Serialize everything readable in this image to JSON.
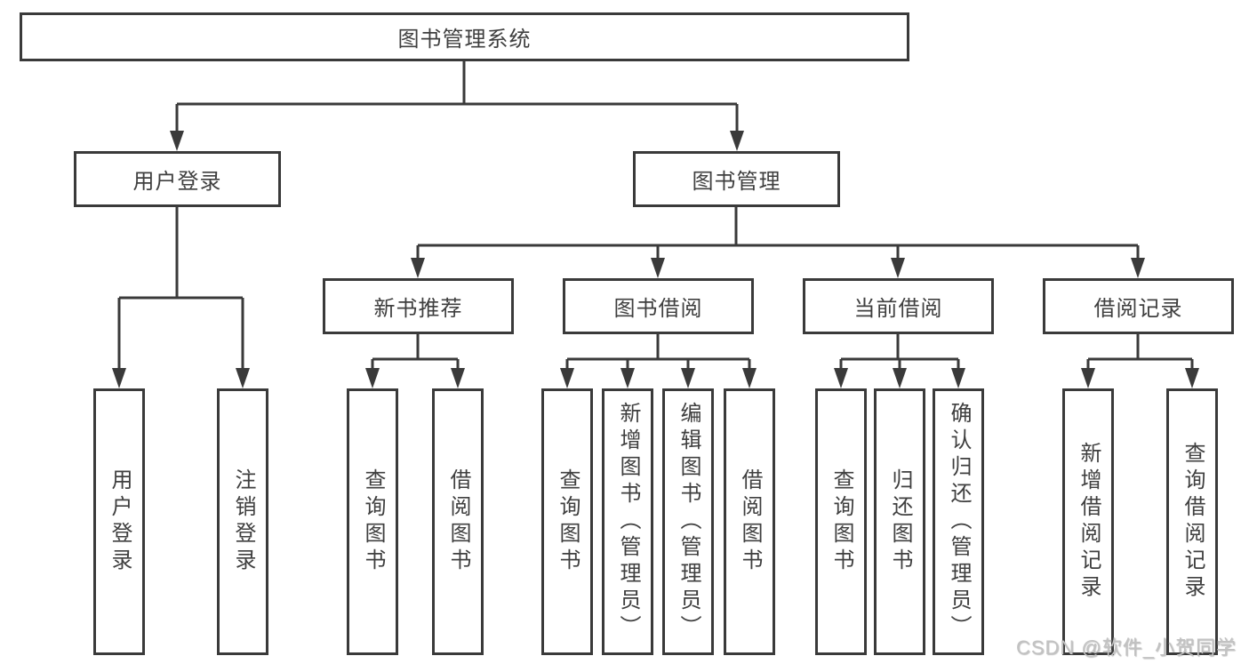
{
  "diagram": {
    "root": "图书管理系统",
    "level2": {
      "user_login": "用户登录",
      "book_mgmt": "图书管理"
    },
    "level3": {
      "new_books": "新书推荐",
      "borrow": "图书借阅",
      "current": "当前借阅",
      "records": "借阅记录"
    },
    "leaves": {
      "user_login": [
        "用户登录",
        "注销登录"
      ],
      "new_books": [
        "查询图书",
        "借阅图书"
      ],
      "borrow": [
        "查询图书",
        "新增图书（管理员）",
        "编辑图书（管理员）",
        "借阅图书"
      ],
      "current": [
        "查询图书",
        "归还图书",
        "确认归还（管理员）"
      ],
      "records": [
        "新增借阅记录",
        "查询借阅记录"
      ]
    }
  },
  "watermark": "CSDN @软件_小贺同学",
  "colors": {
    "line": "#3a3a3a",
    "text": "#3f3f3f",
    "watermark": "#c2c2c2",
    "background": "#ffffff"
  }
}
